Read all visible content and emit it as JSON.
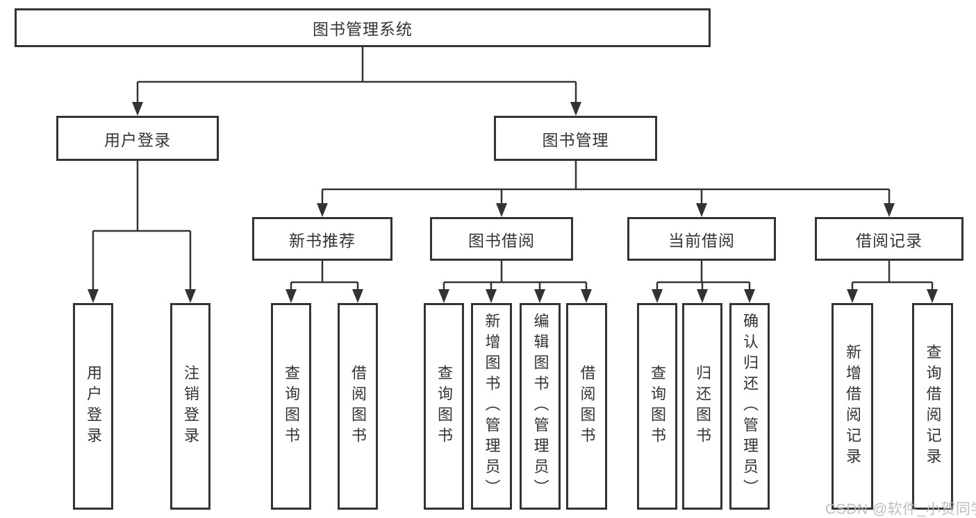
{
  "diagram": {
    "root": {
      "label": "图书管理系统"
    },
    "user_login": {
      "label": "用户登录",
      "children": {
        "login": {
          "label": "用户登录"
        },
        "logout": {
          "label": "注销登录"
        }
      }
    },
    "book_management": {
      "label": "图书管理",
      "children": {
        "new_book_recommend": {
          "label": "新书推荐",
          "children": {
            "query_books": {
              "label": "查询图书"
            },
            "borrow_books": {
              "label": "借阅图书"
            }
          }
        },
        "book_borrowing": {
          "label": "图书借阅",
          "children": {
            "query_books": {
              "label": "查询图书"
            },
            "add_books_admin": {
              "label": "新增图书（管理员）"
            },
            "edit_books_admin": {
              "label": "编辑图书（管理员）"
            },
            "borrow_books": {
              "label": "借阅图书"
            }
          }
        },
        "current_borrowing": {
          "label": "当前借阅",
          "children": {
            "query_books": {
              "label": "查询图书"
            },
            "return_books": {
              "label": "归还图书"
            },
            "confirm_return_admin": {
              "label": "确认归还（管理员）"
            }
          }
        },
        "borrowing_records": {
          "label": "借阅记录",
          "children": {
            "add_record": {
              "label": "新增借阅记录"
            },
            "query_record": {
              "label": "查询借阅记录"
            }
          }
        }
      }
    }
  },
  "watermark": "CSDN @软件_小贺同学",
  "colors": {
    "line": "#333333",
    "box_border": "#333333",
    "text": "#333333",
    "watermark": "#bababa",
    "background": "#ffffff"
  }
}
